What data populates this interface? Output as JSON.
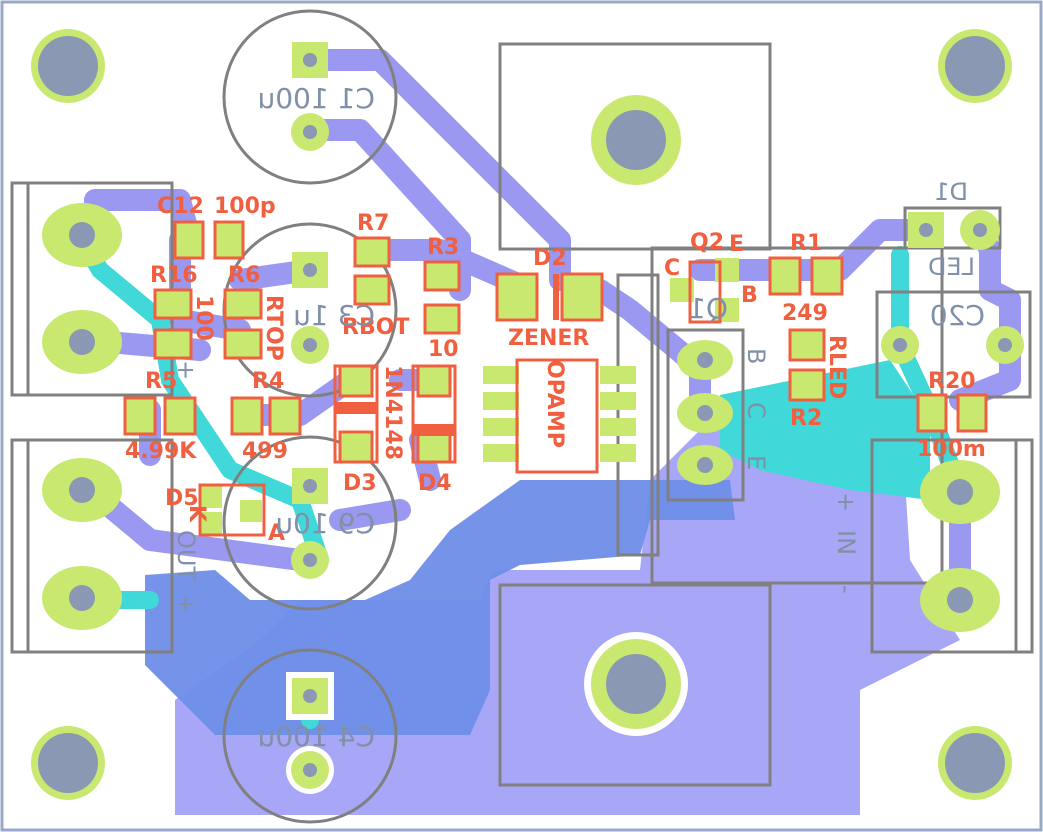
{
  "colors": {
    "background": "#ffffff",
    "trace_blue": "#9a98f0",
    "pour_blue": "#6e8ee8",
    "cyan_trace": "#40d8d8",
    "pad_green": "#c8e870",
    "hole_gray": "#8a98b4",
    "outline_gray": "#808080",
    "ref_red": "#f06040",
    "silk_gray": "#8090a8"
  },
  "refs": {
    "c12": "C12",
    "c12_val": "100p",
    "r7": "R7",
    "rbot": "RBOT",
    "r3": "R3",
    "r3_val": "10",
    "d2": "D2",
    "zener": "ZENER",
    "q2": "Q2",
    "q2_e": "E",
    "q2_c": "C",
    "q2_b": "B",
    "r1": "R1",
    "r1_val": "249",
    "d1": "D1",
    "r16": "R16",
    "r16_val": "100",
    "r6": "R6",
    "rtop": "RTOP",
    "r5": "R5",
    "r5_val": "4.99K",
    "r4": "R4",
    "r4_val": "499",
    "d3": "D3",
    "d3_val": "1N4148",
    "d4": "D4",
    "opamp": "OPAMP",
    "rled": "RLED",
    "r2": "R2",
    "r20": "R20",
    "r20_val": "100m",
    "d5": "D5",
    "d5_k": "K",
    "d5_a": "A"
  },
  "silk": {
    "c1": "C1 100u",
    "c3": "C3 1u",
    "c9": "C9 10u",
    "c4": "C4 100u",
    "c20": "C20",
    "q1": "Q1",
    "led": "LED",
    "b": "B",
    "c": "C",
    "e": "E",
    "in": "IN",
    "out": "OUT",
    "plus": "+",
    "minus": "-"
  }
}
